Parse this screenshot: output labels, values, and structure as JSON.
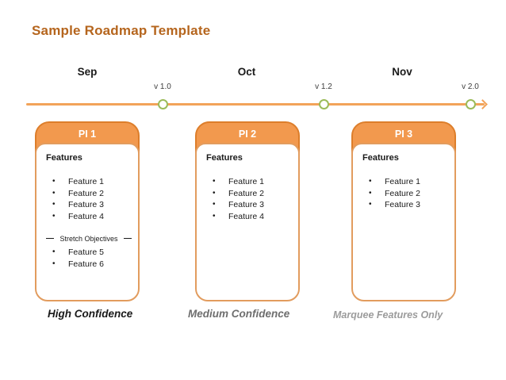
{
  "title": "Sample Roadmap Template",
  "timeline": {
    "months": [
      {
        "label": "Sep"
      },
      {
        "label": "Oct"
      },
      {
        "label": "Nov"
      }
    ],
    "milestones": [
      {
        "label": "v 1.0"
      },
      {
        "label": "v 1.2"
      },
      {
        "label": "v 2.0"
      }
    ]
  },
  "cards": [
    {
      "header": "PI 1",
      "features_title": "Features",
      "features": [
        "Feature 1",
        "Feature 2",
        "Feature 3",
        "Feature 4"
      ],
      "stretch_title": "Stretch Objectives",
      "stretch_features": [
        "Feature 5",
        "Feature 6"
      ],
      "confidence_label": "High Confidence"
    },
    {
      "header": "PI 2",
      "features_title": "Features",
      "features": [
        "Feature 1",
        "Feature 2",
        "Feature 3",
        "Feature 4"
      ],
      "confidence_label": "Medium Confidence"
    },
    {
      "header": "PI 3",
      "features_title": "Features",
      "features": [
        "Feature 1",
        "Feature 2",
        "Feature 3"
      ],
      "confidence_label": "Marquee Features Only"
    }
  ],
  "colors": {
    "title_text": "#b5651d",
    "card_header_fill": "#f2994e",
    "card_header_border": "#dd7e2b",
    "card_body_border": "#e29c5e",
    "timeline_line": "#f2a359",
    "milestone_ring": "#9bbb59",
    "confidence_high": "#1a1a1a",
    "confidence_medium": "#6e6e6e",
    "confidence_marquee": "#9b9b9b"
  }
}
